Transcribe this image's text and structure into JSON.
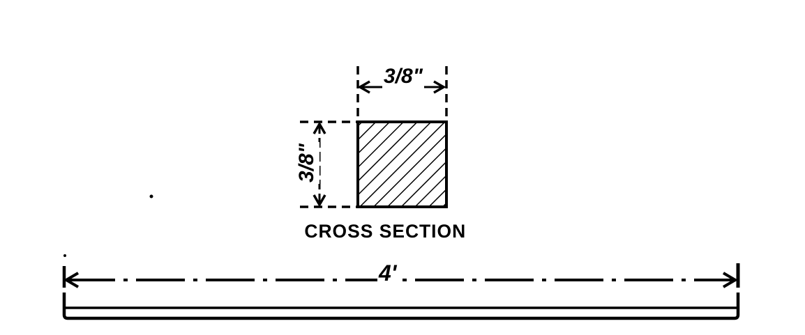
{
  "diagram": {
    "type": "engineering-drawing",
    "subject": "square bar",
    "colors": {
      "ink": "#000000",
      "paper": "#ffffff"
    },
    "cross_section": {
      "label": "CROSS SECTION",
      "shape": "square",
      "fill": "diagonal-hatching",
      "width_dimension": "3/8\"",
      "height_dimension": "3/8\""
    },
    "bar": {
      "length_dimension": "4'",
      "view": "side elevation"
    }
  }
}
